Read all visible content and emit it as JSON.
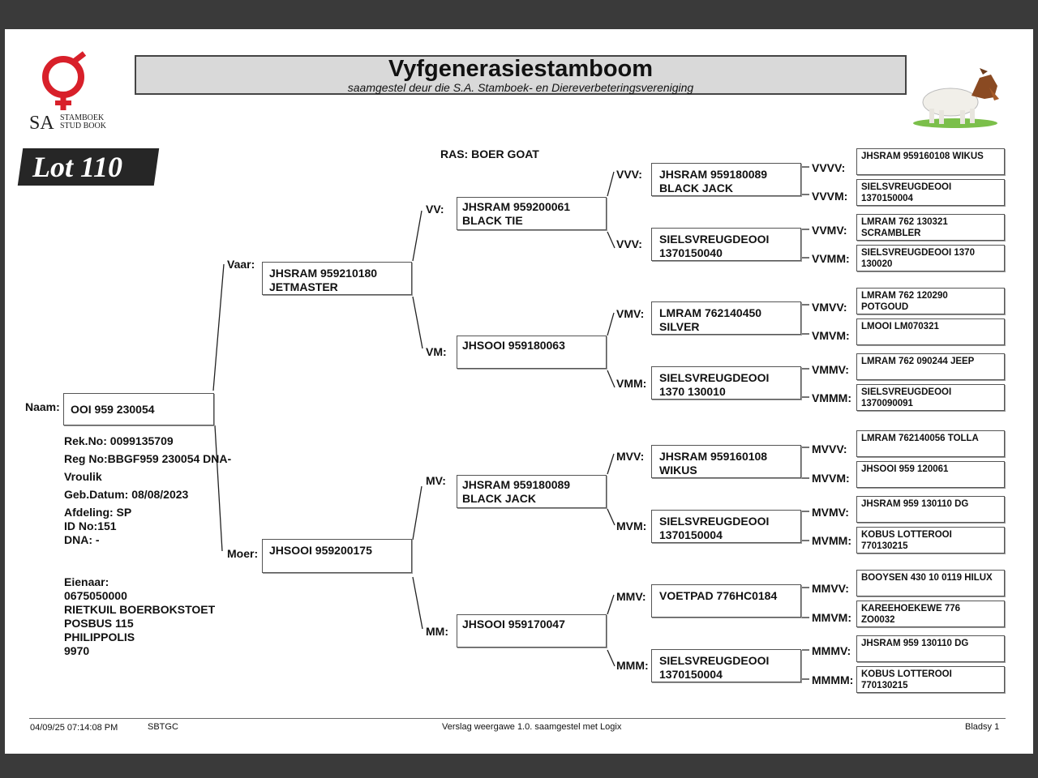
{
  "logo": {
    "initials": "SA",
    "line1": "STAMBOEK",
    "line2": "STUD BOOK"
  },
  "header": {
    "title": "Vyfgenerasiestamboom",
    "subtitle": "saamgestel deur die S.A. Stamboek- en Diereverbeteringsvereniging"
  },
  "lot": "Lot 110",
  "breed": "RAS: BOER GOAT",
  "animal": {
    "name_label": "Naam:",
    "name": "OOI 959 230054",
    "rek": "Rek.No: 0099135709",
    "reg": "Reg No:BBGF959 230054 DNA-",
    "sex": "Vroulik",
    "dob": "Geb.Datum: 08/08/2023",
    "afdeling": "Afdeling: SP",
    "id": "ID No:151",
    "dna": "DNA: -"
  },
  "owner": [
    "Eienaar:",
    "0675050000",
    "RIETKUIL BOERBOKSTOET",
    "POSBUS 115",
    "PHILIPPOLIS",
    "9970"
  ],
  "gen2": {
    "sire": {
      "label": "Vaar:",
      "line1": "JHSRAM 959210180",
      "line2": "JETMASTER"
    },
    "dam": {
      "label": "Moer:",
      "line1": "JHSOOI 959200175",
      "line2": ""
    }
  },
  "gen3": [
    {
      "label": "VV:",
      "line1": "JHSRAM 959200061",
      "line2": "BLACK TIE"
    },
    {
      "label": "VM:",
      "line1": "JHSOOI 959180063",
      "line2": ""
    },
    {
      "label": "MV:",
      "line1": "JHSRAM 959180089",
      "line2": "BLACK JACK"
    },
    {
      "label": "MM:",
      "line1": "JHSOOI 959170047",
      "line2": ""
    }
  ],
  "gen4": [
    {
      "label": "VVV:",
      "line1": "JHSRAM 959180089",
      "line2": "BLACK JACK"
    },
    {
      "label": "VVV:",
      "line1": "SIELSVREUGDEOOI",
      "line2": "1370150040"
    },
    {
      "label": "VMV:",
      "line1": "LMRAM 762140450",
      "line2": "SILVER"
    },
    {
      "label": "VMM:",
      "line1": "SIELSVREUGDEOOI",
      "line2": "1370 130010"
    },
    {
      "label": "MVV:",
      "line1": "JHSRAM 959160108",
      "line2": "WIKUS"
    },
    {
      "label": "MVM:",
      "line1": "SIELSVREUGDEOOI",
      "line2": "1370150004"
    },
    {
      "label": "MMV:",
      "line1": "VOETPAD 776HC0184",
      "line2": ""
    },
    {
      "label": "MMM:",
      "line1": "SIELSVREUGDEOOI",
      "line2": "1370150004"
    }
  ],
  "gen5": [
    {
      "label": "VVVV:",
      "line1": "JHSRAM 959160108 WIKUS",
      "line2": ""
    },
    {
      "label": "VVVM:",
      "line1": "SIELSVREUGDEOOI",
      "line2": "1370150004"
    },
    {
      "label": "VVMV:",
      "line1": "LMRAM 762 130321",
      "line2": "SCRAMBLER"
    },
    {
      "label": "VVMM:",
      "line1": "SIELSVREUGDEOOI 1370",
      "line2": "130020"
    },
    {
      "label": "VMVV:",
      "line1": "LMRAM 762 120290",
      "line2": "POTGOUD"
    },
    {
      "label": "VMVM:",
      "line1": "LMOOI LM070321",
      "line2": ""
    },
    {
      "label": "VMMV:",
      "line1": "LMRAM 762 090244 JEEP",
      "line2": ""
    },
    {
      "label": "VMMM:",
      "line1": "SIELSVREUGDEOOI",
      "line2": "1370090091"
    },
    {
      "label": "MVVV:",
      "line1": "LMRAM 762140056 TOLLA",
      "line2": ""
    },
    {
      "label": "MVVM:",
      "line1": "JHSOOI 959 120061",
      "line2": ""
    },
    {
      "label": "MVMV:",
      "line1": "JHSRAM 959 130110 DG",
      "line2": ""
    },
    {
      "label": "MVMM:",
      "line1": "KOBUS LOTTEROOI",
      "line2": "770130215"
    },
    {
      "label": "MMVV:",
      "line1": "BOOYSEN 430 10 0119 HILUX",
      "line2": ""
    },
    {
      "label": "MMVM:",
      "line1": "KAREEHOEKEWE 776",
      "line2": "ZO0032"
    },
    {
      "label": "MMMV:",
      "line1": "JHSRAM 959 130110 DG",
      "line2": ""
    },
    {
      "label": "MMMM:",
      "line1": "KOBUS LOTTEROOI",
      "line2": "770130215"
    }
  ],
  "footer": {
    "datetime": "04/09/25 07:14:08 PM",
    "code": "SBTGC",
    "report": "Verslag weergawe 1.0. saamgestel met Logix",
    "page": "Bladsy 1"
  }
}
